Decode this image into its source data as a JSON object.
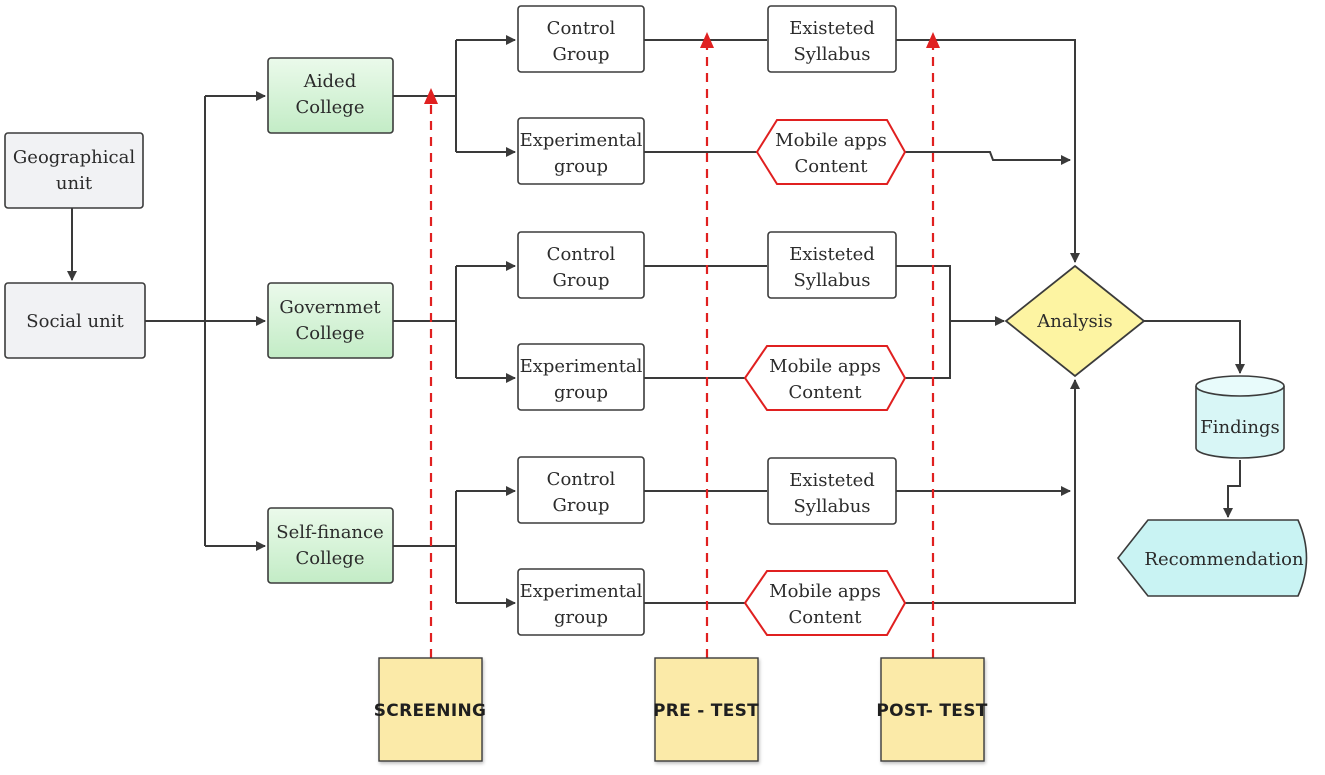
{
  "colors": {
    "unit_fill": "#f1f2f4",
    "college_fill": "#d6f3d8",
    "college_stroke": "#3b3b3b",
    "group_fill": "#ffffff",
    "syllabus_fill": "#ffffff",
    "app_stroke": "#e02020",
    "analysis_fill": "#fdf4a2",
    "findings_fill": "#d8f6f6",
    "recommendation_fill": "#c9f3f3",
    "stage_fill": "#fbeaa8",
    "arrow": "#3a3a3a",
    "dashed": "#e02020"
  },
  "nodes": {
    "geographical_unit": [
      "Geographical",
      "unit"
    ],
    "social_unit": [
      "Social unit"
    ],
    "aided_college": [
      "Aided",
      "College"
    ],
    "government_college": [
      "Governmet",
      "College"
    ],
    "selffinance_college": [
      "Self-finance",
      "College"
    ],
    "control_group": [
      "Control",
      "Group"
    ],
    "experimental_group": [
      "Experimental",
      "group"
    ],
    "existed_syllabus": [
      "Existeted",
      "Syllabus"
    ],
    "mobile_apps_content": [
      "Mobile apps",
      "Content"
    ],
    "analysis": "Analysis",
    "findings": "Findings",
    "recommendation": "Recommendation"
  },
  "stages": {
    "screening": "SCREENING",
    "pretest": "PRE - TEST",
    "posttest": "POST- TEST"
  },
  "icons": {
    "arrowhead": "arrowhead-icon",
    "dashed_arrow": "dashed-arrow-icon"
  }
}
